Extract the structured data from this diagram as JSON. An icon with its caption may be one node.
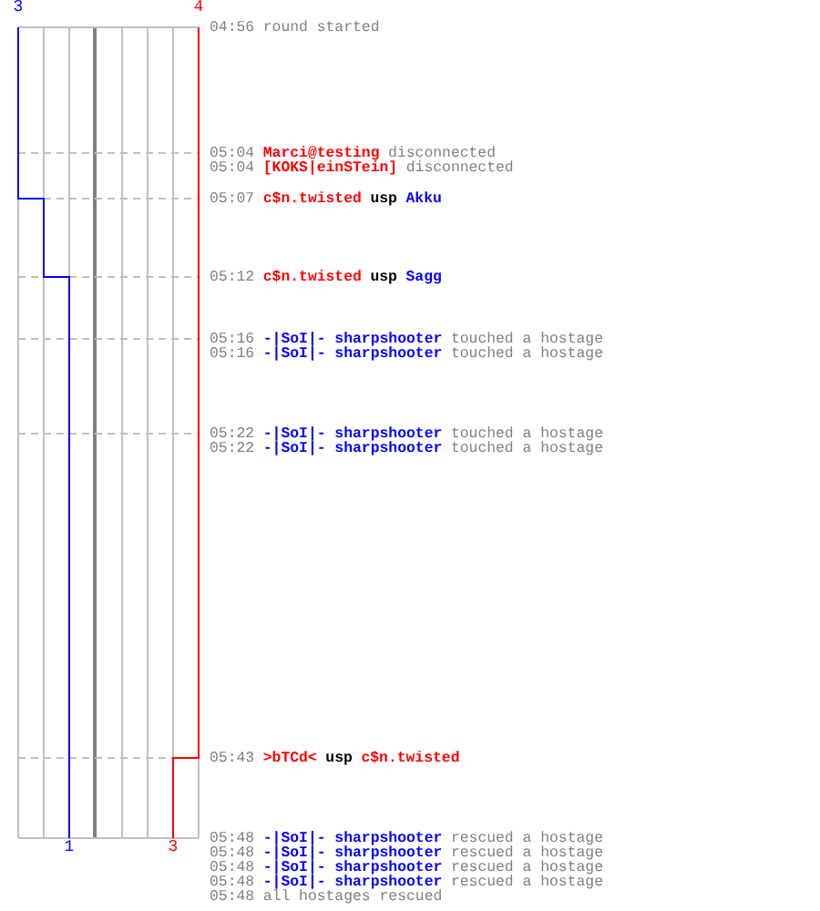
{
  "diagram": {
    "labels": [
      "3",
      "4",
      "04:56",
      "round started",
      "05:04",
      "Marci@testing",
      "disconnected",
      "05:04",
      "[KOKS|einSTein]",
      "disconnected",
      "05:07",
      "c$n.twisted",
      "usp",
      "Akku",
      "05:12",
      "c$n.twisted",
      "usp",
      "Sagg",
      "05:16",
      "-|SoI|- sharpshooter",
      "touched a hostage",
      "05:16",
      "-|SoI|- sharpshooter",
      "touched a hostage",
      "05:22",
      "-|SoI|- sharpshooter",
      "touched a hostage",
      "05:22",
      "-|SoI|- sharpshooter",
      "touched a hostage",
      "05:43",
      ">bTCd<",
      "usp",
      "c$n.twisted",
      "1",
      "3",
      "05:48",
      "-|SoI|- sharpshooter",
      "rescued a hostage",
      "05:48",
      "-|SoI|- sharpshooter",
      "rescued a hostage",
      "05:48",
      "-|SoI|- sharpshooter",
      "rescued a hostage",
      "05:48",
      "-|SoI|- sharpshooter",
      "rescued a hostage",
      "05:48",
      "all hostages rescued"
    ]
  }
}
